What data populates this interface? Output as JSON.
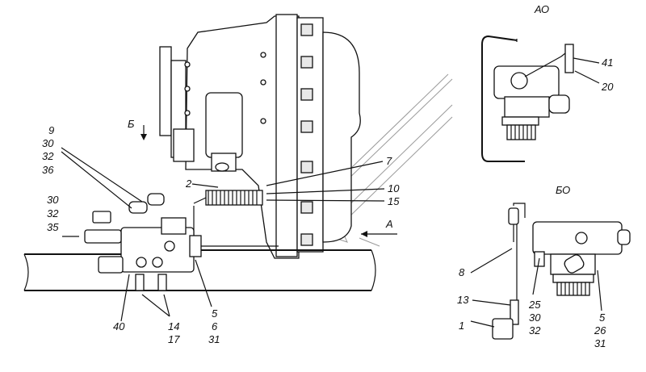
{
  "views": {
    "ao_title": "АО",
    "bo_title": "БО",
    "arrow_b": "Б",
    "arrow_a": "А"
  },
  "callouts_main": {
    "c9": "9",
    "c30a": "30",
    "c32a": "32",
    "c36": "36",
    "c30b": "30",
    "c32b": "32",
    "c35": "35",
    "c2": "2",
    "c7": "7",
    "c10": "10",
    "c15": "15",
    "c40": "40",
    "c14": "14",
    "c17": "17",
    "c5": "5",
    "c6": "6",
    "c31": "31"
  },
  "callouts_ao": {
    "c41": "41",
    "c20": "20"
  },
  "callouts_bo": {
    "c8": "8",
    "c13": "13",
    "c1": "1",
    "c25": "25",
    "c30": "30",
    "c32": "32",
    "c5": "5",
    "c26": "26",
    "c31": "31"
  },
  "colors": {
    "line": "#111111",
    "watermark": "#9a9a9a",
    "background": "#ffffff"
  }
}
